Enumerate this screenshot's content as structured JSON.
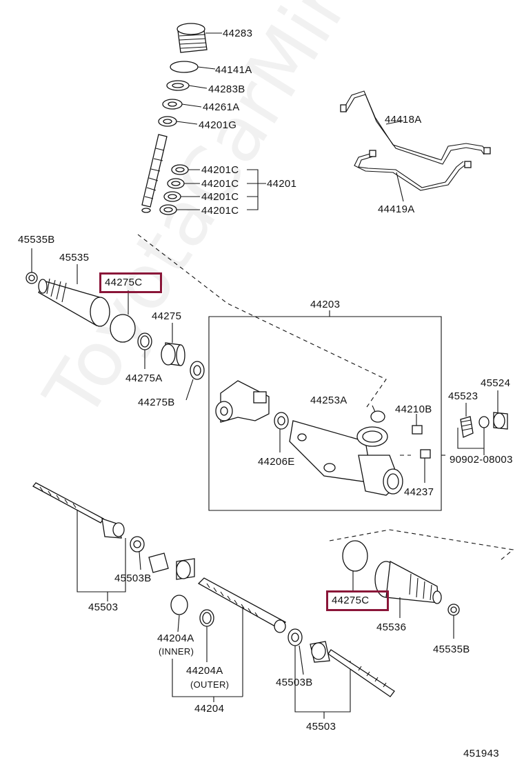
{
  "watermark": "ToyotaCarMine.ru",
  "labels": {
    "p44283": "44283",
    "p44141A": "44141A",
    "p44283B": "44283B",
    "p44261A": "44261A",
    "p44201G": "44201G",
    "p44201C_1": "44201C",
    "p44201C_2": "44201C",
    "p44201C_3": "44201C",
    "p44201C_4": "44201C",
    "p44201": "44201",
    "p44418A": "44418A",
    "p44419A": "44419A",
    "p45535B_top": "45535B",
    "p45535": "45535",
    "p44275C_top": "44275C",
    "p44275": "44275",
    "p44275A": "44275A",
    "p44275B": "44275B",
    "p44203": "44203",
    "p44253A": "44253A",
    "p44210B": "44210B",
    "p45523": "45523",
    "p45524": "45524",
    "p44206E": "44206E",
    "p90902": "90902-08003",
    "p44237": "44237",
    "p45503B_left": "45503B",
    "p45503_left": "45503",
    "p44275C_bottom": "44275C",
    "p45536": "45536",
    "p45535B_bottom": "45535B",
    "p44204A_inner": "44204A",
    "inner": "(INNER)",
    "p44204A_outer": "44204A",
    "outer": "(OUTER)",
    "p44204": "44204",
    "p45503B_right": "45503B",
    "p45503_right": "45503",
    "diagram_no": "451943"
  },
  "colors": {
    "highlight": "#8a1538",
    "ink": "#111111"
  }
}
